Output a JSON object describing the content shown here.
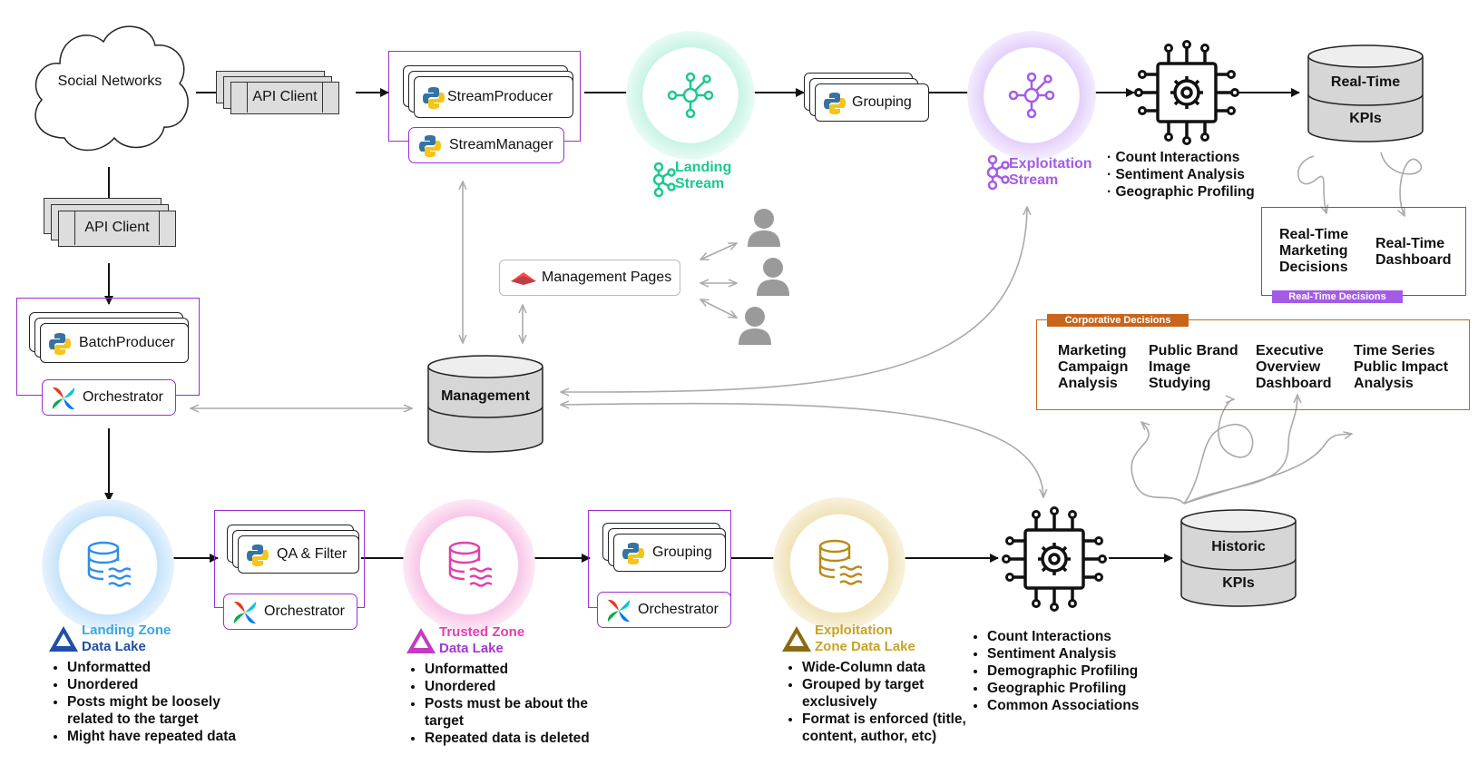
{
  "sources": {
    "social_networks": "Social Networks",
    "api_client_top": "API Client",
    "api_client_left": "API Client"
  },
  "stream": {
    "stream_producer": "StreamProducer",
    "stream_manager": "StreamManager",
    "landing_stream": [
      "Landing",
      "Stream"
    ],
    "grouping": "Grouping",
    "exploitation_stream": [
      "Exploitation",
      "Stream"
    ],
    "analytics": [
      "· Count Interactions",
      "· Sentiment Analysis",
      "· Geographic Profiling"
    ],
    "realtime_db": {
      "top": "Real-Time",
      "bottom": "KPIs"
    },
    "realtime_decisions": {
      "tag": "Real-Time Decisions",
      "items": [
        [
          "Real-Time",
          "Marketing",
          "Decisions"
        ],
        [
          "Real-Time",
          "Dashboard"
        ]
      ]
    }
  },
  "management": {
    "pages": "Management Pages",
    "db": "Management"
  },
  "batch": {
    "batch_producer": "BatchProducer",
    "orchestrator_1": "Orchestrator",
    "qa_filter": "QA & Filter",
    "orchestrator_2": "Orchestrator",
    "grouping": "Grouping",
    "orchestrator_3": "Orchestrator",
    "historic_db": {
      "top": "Historic",
      "bottom": "KPIs"
    },
    "analytics": [
      "Count Interactions",
      "Sentiment Analysis",
      "Demographic Profiling",
      "Geographic Profiling",
      "Common Associations"
    ]
  },
  "zones": {
    "landing": {
      "title": [
        "Landing Zone",
        "Data Lake"
      ],
      "items": [
        "Unformatted",
        "Unordered",
        "Posts might be loosely related to the target",
        "Might have repeated data"
      ]
    },
    "trusted": {
      "title": [
        "Trusted Zone",
        "Data Lake"
      ],
      "items": [
        "Unformatted",
        "Unordered",
        "Posts must be about the target",
        "Repeated data is deleted"
      ]
    },
    "exploitation": {
      "title": [
        "Exploitation",
        "Zone Data Lake"
      ],
      "items": [
        "Wide-Column data",
        "Grouped by target exclusively",
        "Format is enforced (title, content, author, etc)"
      ]
    }
  },
  "corporative": {
    "tag": "Corporative Decisions",
    "items": [
      [
        "Marketing",
        "Campaign",
        "Analysis"
      ],
      [
        "Public Brand",
        "Image",
        "Studying"
      ],
      [
        "Executive",
        "Overview",
        "Dashboard"
      ],
      [
        "Time Series",
        "Public Impact",
        "Analysis"
      ]
    ]
  },
  "colors": {
    "purple": "#9b30d0",
    "orange": "#c8651b",
    "teal": "#1bc98e",
    "blue": "#2f8ee8",
    "pink": "#e03fae",
    "gold": "#b88c1a",
    "violet": "#a45be8"
  }
}
